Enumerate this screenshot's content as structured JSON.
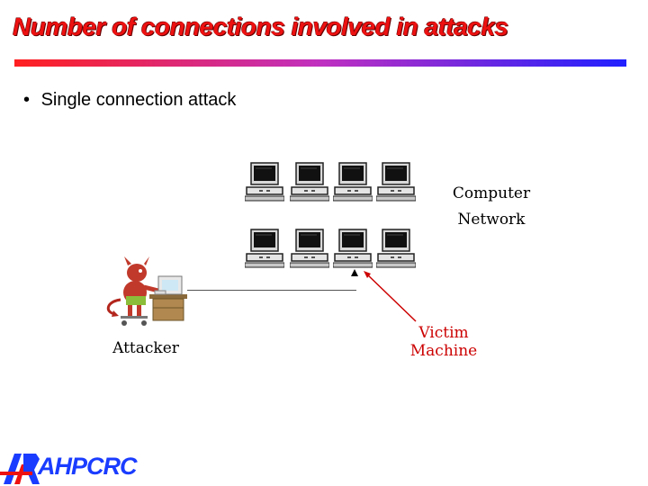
{
  "title": "Number of connections involved in attacks",
  "bullet": "Single connection attack",
  "labels": {
    "network_line1": "Computer",
    "network_line2": "Network",
    "victim": "Victim Machine",
    "attacker": "Attacker"
  },
  "logo": "AHPCRC",
  "colors": {
    "title": "#ee1111",
    "victim_arrow": "#cc0000",
    "logo": "#1a3cff"
  }
}
